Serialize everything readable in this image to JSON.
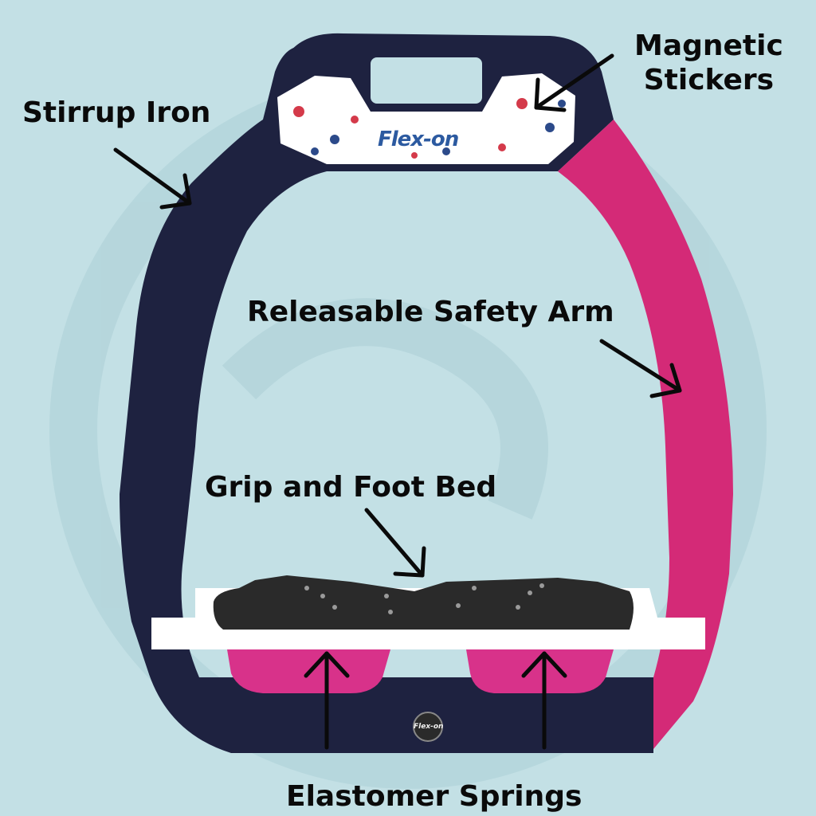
{
  "labels": {
    "stirrup_iron": "Stirrup Iron",
    "magnetic_line1": "Magnetic",
    "magnetic_line2": "Stickers",
    "safety_arm": "Releasable Safety Arm",
    "grip_foot_bed": "Grip and Foot Bed",
    "elastomer_springs": "Elastomer Springs"
  },
  "brand": {
    "logo_text": "Flex-on",
    "knob_text": "Flex-on"
  },
  "colors": {
    "background": "#c3e0e5",
    "frame": "#1e2240",
    "safety_arm": "#d42a77",
    "springs": "#d8328a",
    "tread": "#ffffff",
    "grip": "#2a2a2a",
    "arrow": "#0a0a0a"
  }
}
